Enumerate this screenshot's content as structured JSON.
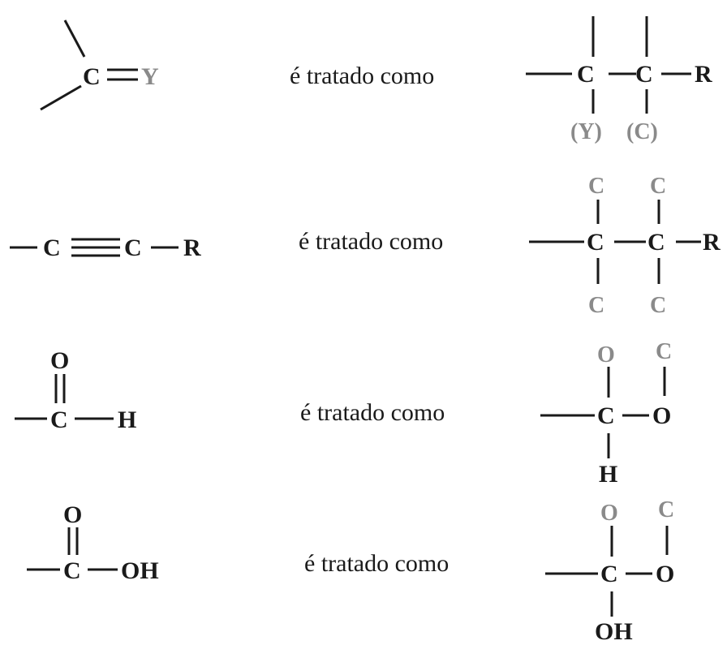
{
  "colors": {
    "bond": "#1a1a1a",
    "text": "#1a1a1a",
    "highlight": "#8a8a8a"
  },
  "caption": "é tratado como",
  "rows": [
    {
      "left": {
        "carbon": "C",
        "heteroatom": "Y"
      },
      "right": {
        "carbon1": "C",
        "carbon2": "C",
        "group": "R",
        "ghost1": "(Y)",
        "ghost2": "(C)"
      }
    },
    {
      "left": {
        "carbon1": "C",
        "carbon2": "C",
        "group": "R"
      },
      "right": {
        "carbon1": "C",
        "carbon2": "C",
        "group": "R",
        "ghost_top1": "C",
        "ghost_top2": "C",
        "ghost_bottom1": "C",
        "ghost_bottom2": "C"
      }
    },
    {
      "left": {
        "oxygen": "O",
        "carbon": "C",
        "hydrogen": "H"
      },
      "right": {
        "carbon": "C",
        "oxygen": "O",
        "hydrogen": "H",
        "ghost_oxygen": "O",
        "ghost_carbon": "C"
      }
    },
    {
      "left": {
        "oxygen": "O",
        "carbon": "C",
        "hydroxyl": "OH"
      },
      "right": {
        "carbon": "C",
        "oxygen": "O",
        "hydroxyl": "OH",
        "ghost_oxygen": "O",
        "ghost_carbon": "C"
      }
    }
  ]
}
